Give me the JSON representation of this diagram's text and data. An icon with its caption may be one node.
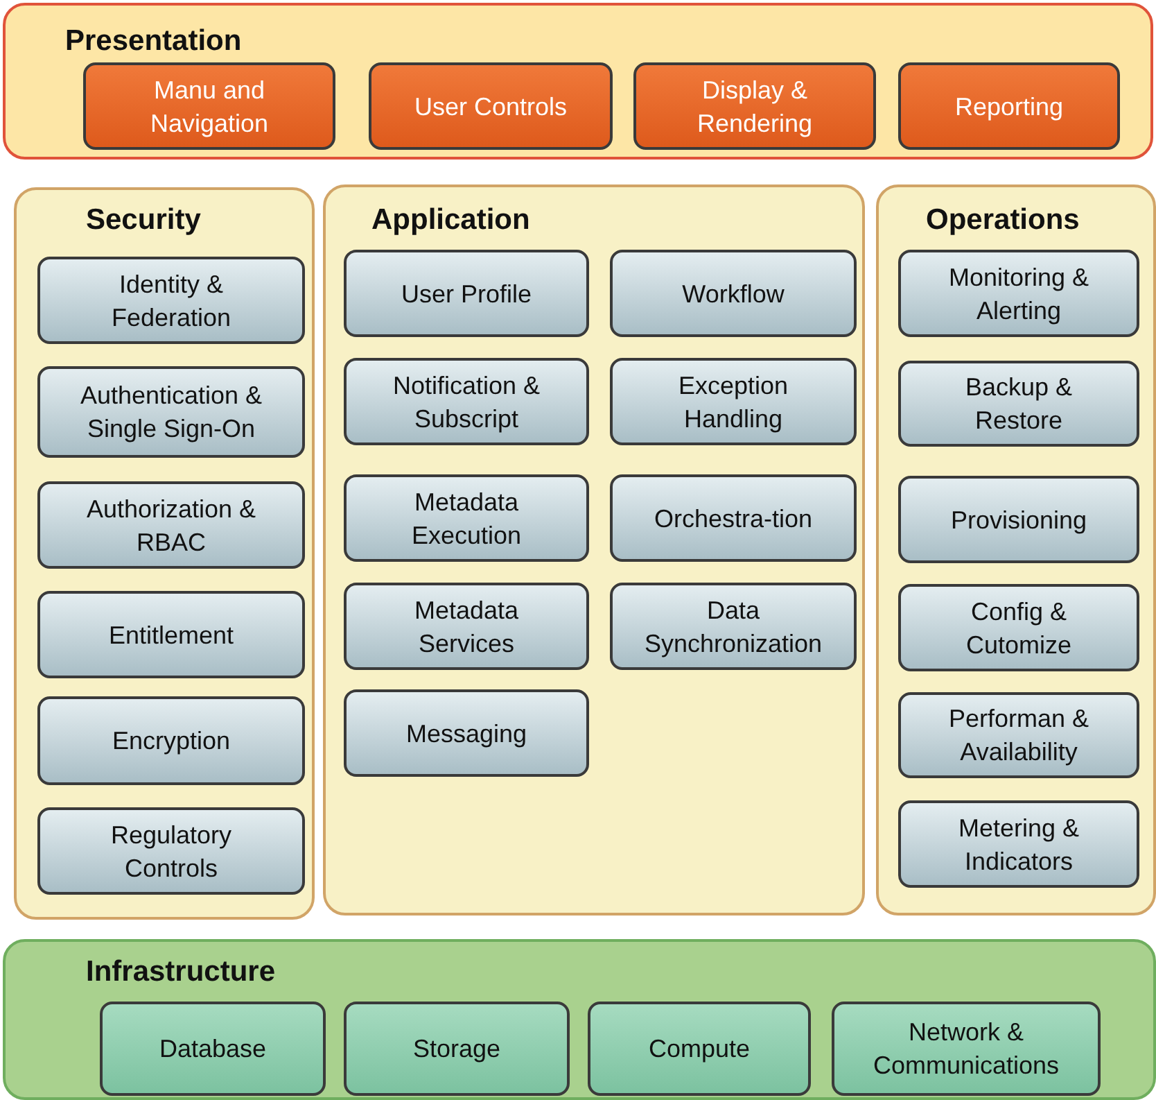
{
  "diagram": {
    "nodes": [
      {
        "text": [
          "Presentation"
        ]
      },
      {
        "text": [
          "Manu and Navigation"
        ],
        "in": 0
      },
      {
        "text": [
          "User Controls"
        ],
        "in": 0
      },
      {
        "text": [
          "Display & Rendering"
        ],
        "in": 0
      },
      {
        "text": [
          "Reporting"
        ],
        "in": 0
      },
      {
        "text": [
          "Security"
        ]
      },
      {
        "text": [
          "Identity & Federation"
        ],
        "in": 5
      },
      {
        "text": [
          "Authentication & Single Sign-On"
        ],
        "in": 5
      },
      {
        "text": [
          "Authorization & RBAC"
        ],
        "in": 5
      },
      {
        "text": [
          "Entitlement"
        ],
        "in": 5
      },
      {
        "text": [
          "Encryption"
        ],
        "in": 5
      },
      {
        "text": [
          "Regulatory Controls"
        ],
        "in": 5
      },
      {
        "text": [
          "Application"
        ]
      },
      {
        "text": [
          "User Profile"
        ],
        "in": 12
      },
      {
        "text": [
          "Workflow"
        ],
        "in": 12
      },
      {
        "text": [
          "Notification & Subscript"
        ],
        "in": 12
      },
      {
        "text": [
          "Exception Handling"
        ],
        "in": 12
      },
      {
        "text": [
          "Metadata Execution"
        ],
        "in": 12
      },
      {
        "text": [
          "Orchestra-tion"
        ],
        "in": 12
      },
      {
        "text": [
          "Metadata Services"
        ],
        "in": 12
      },
      {
        "text": [
          "Data Synchronization"
        ],
        "in": 12
      },
      {
        "text": [
          "Messaging"
        ],
        "in": 12
      },
      {
        "text": [
          "Operations"
        ]
      },
      {
        "text": [
          "Monitoring & Alerting"
        ],
        "in": 22
      },
      {
        "text": [
          "Backup & Restore"
        ],
        "in": 22
      },
      {
        "text": [
          "Provisioning"
        ],
        "in": 22
      },
      {
        "text": [
          "Config & Cutomize"
        ],
        "in": 22
      },
      {
        "text": [
          "Performan & Availability"
        ],
        "in": 22
      },
      {
        "text": [
          "Metering & Indicators"
        ],
        "in": 22
      },
      {
        "text": [
          "Infrastructure"
        ]
      },
      {
        "text": [
          "Database"
        ],
        "in": 29
      },
      {
        "text": [
          "Storage"
        ],
        "in": 29
      },
      {
        "text": [
          "Compute"
        ],
        "in": 29
      },
      {
        "text": [
          "Network & Communications"
        ],
        "in": 29
      }
    ]
  }
}
